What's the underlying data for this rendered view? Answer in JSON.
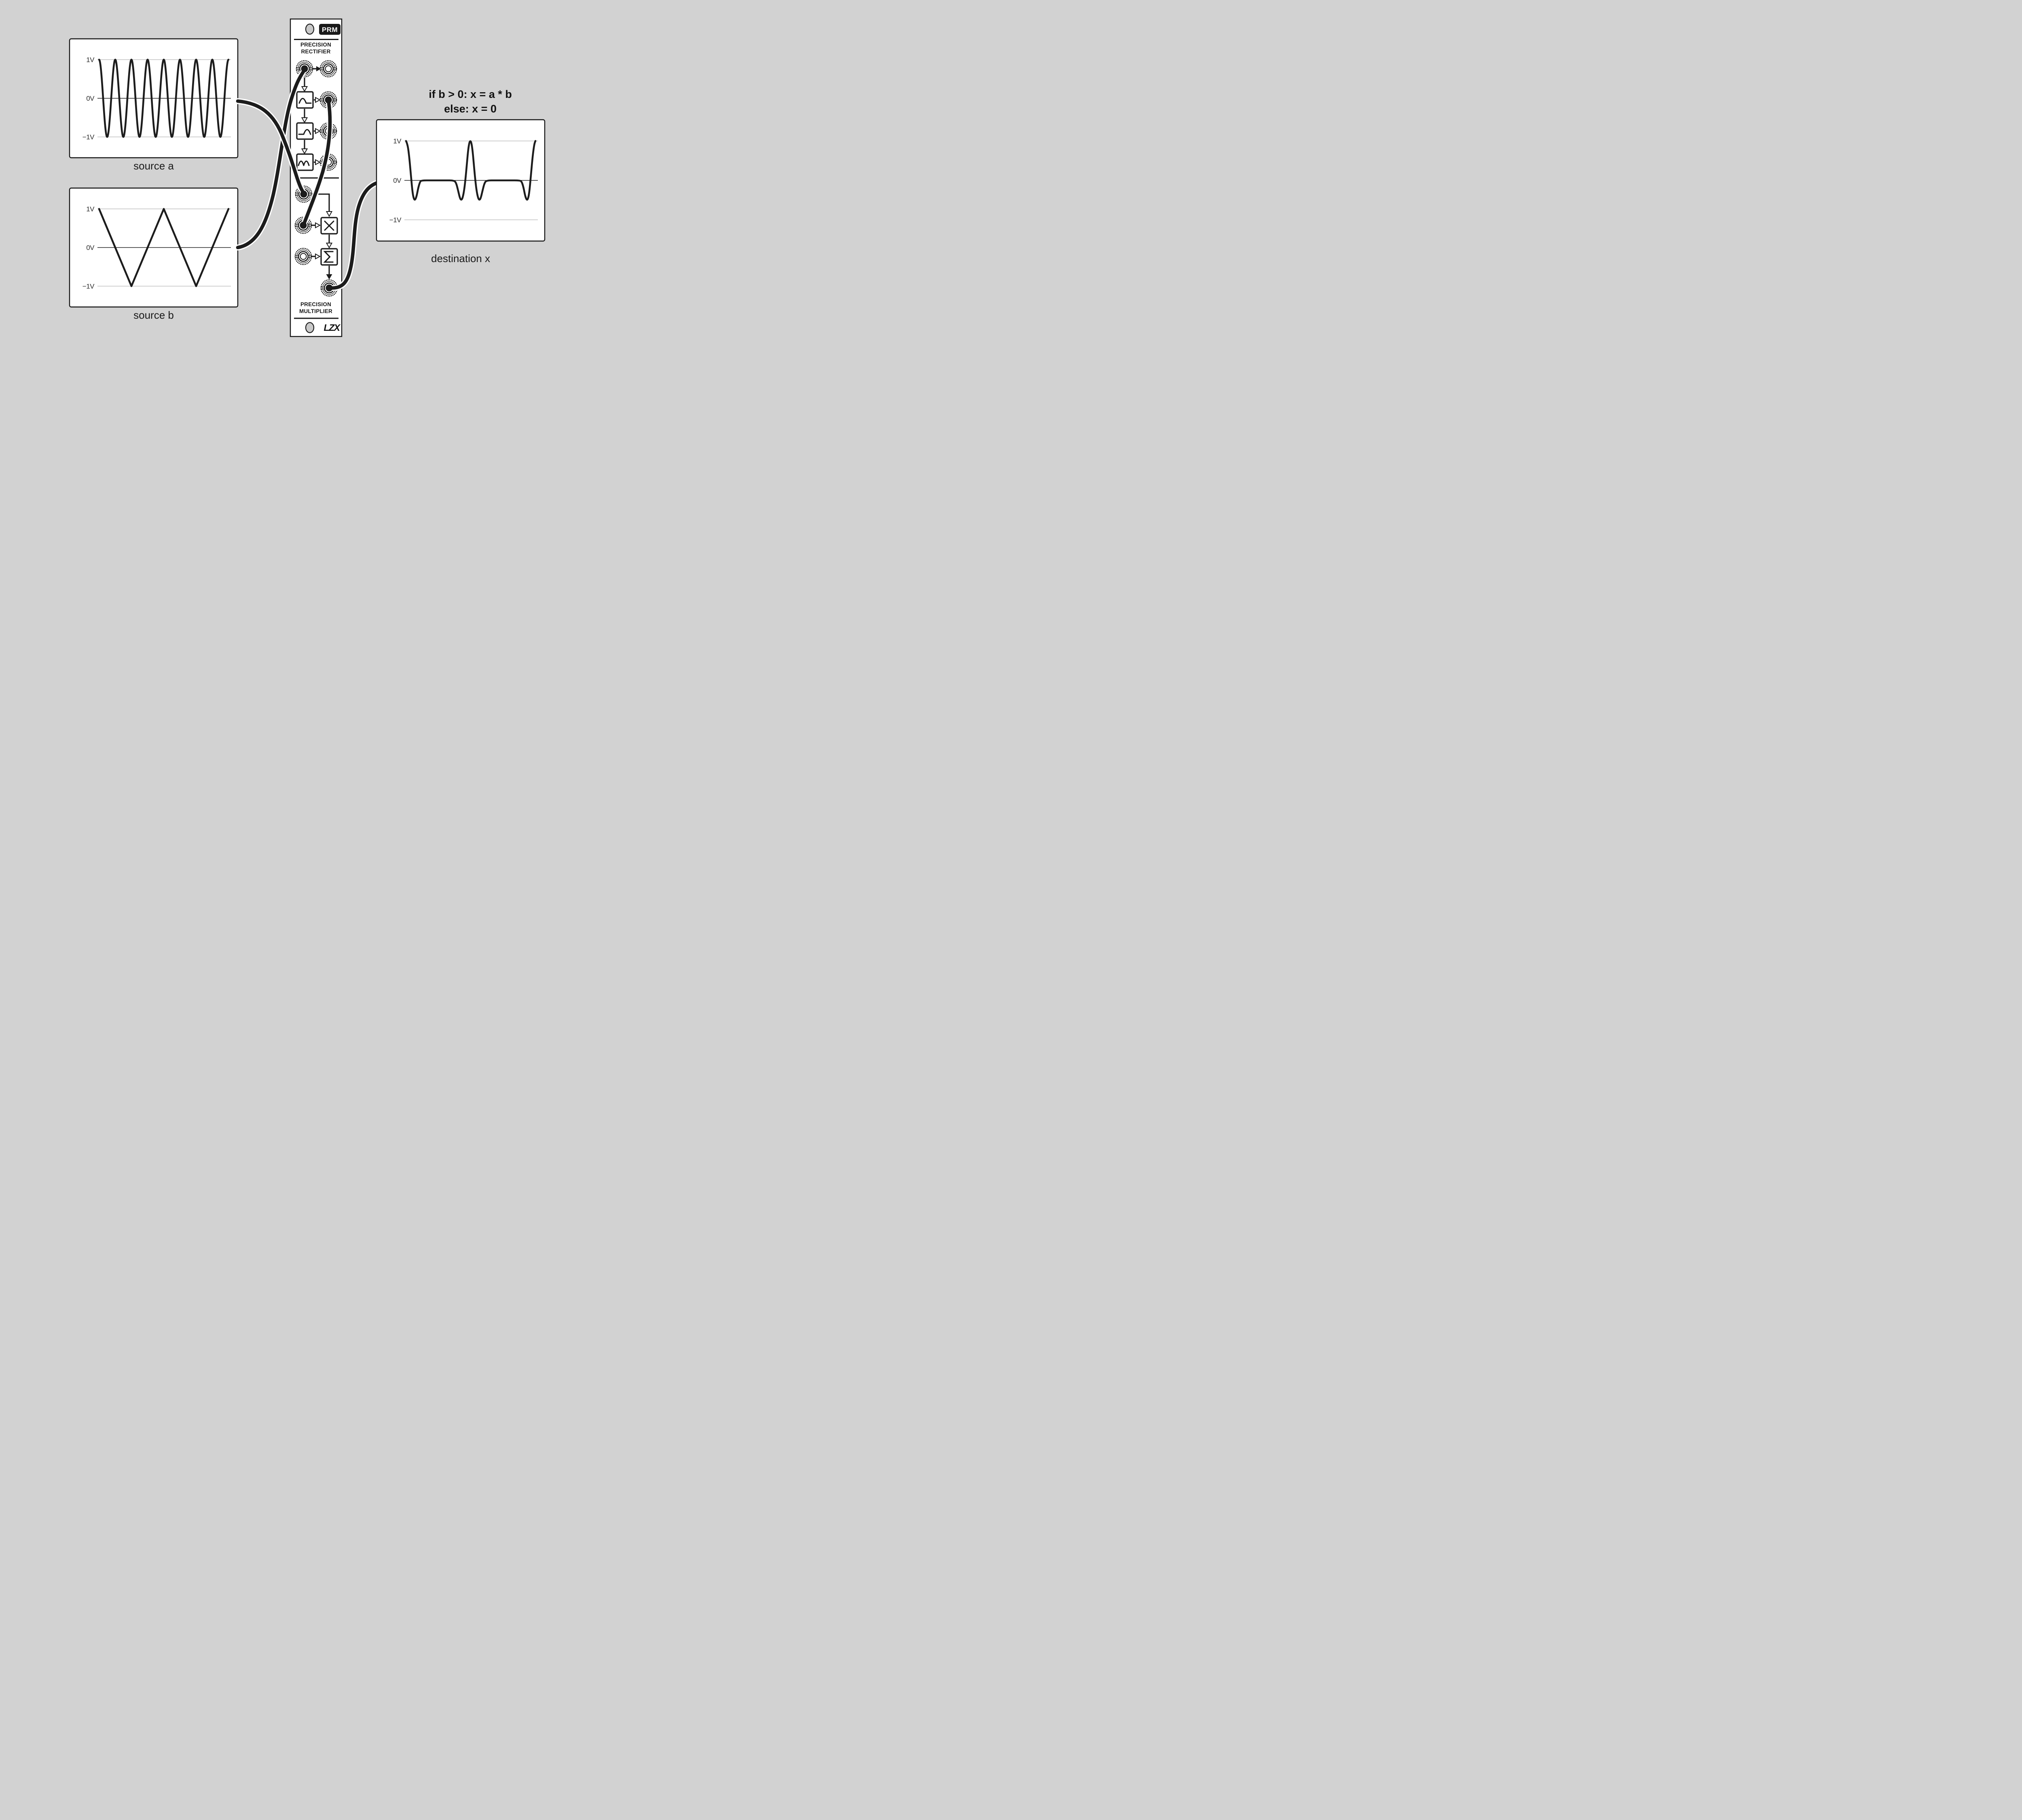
{
  "colors": {
    "background": "#d2d2d2",
    "panel": "#ffffff",
    "ink": "#1a1a1a",
    "cable": "#1c1c1c",
    "screw": "#c9c9c9"
  },
  "annotation": {
    "line1": "if b > 0: x = a * b",
    "line2": "else: x = 0"
  },
  "module": {
    "badge": "PRM",
    "brand": "LZX",
    "rectifier_title": {
      "line1": "PRECISION",
      "line2": "RECTIFIER"
    },
    "multiplier_title": {
      "line1": "PRECISION",
      "line2": "MULTIPLIER"
    },
    "blocks": [
      {
        "id": "halfwave_pos",
        "glyph": "positive-half-wave"
      },
      {
        "id": "halfwave_neg",
        "glyph": "negative-half-wave"
      },
      {
        "id": "fullwave",
        "glyph": "full-wave"
      },
      {
        "id": "multiply",
        "glyph": "multiply-x"
      },
      {
        "id": "sum",
        "glyph": "sigma"
      }
    ],
    "jacks": [
      {
        "id": "rect_input",
        "plugged": true
      },
      {
        "id": "rect_thru_out",
        "plugged": false
      },
      {
        "id": "rect_pos_out",
        "plugged": true
      },
      {
        "id": "rect_neg_out",
        "plugged": false
      },
      {
        "id": "rect_full_out",
        "plugged": false
      },
      {
        "id": "mult_in_a",
        "plugged": true
      },
      {
        "id": "mult_in_b",
        "plugged": true
      },
      {
        "id": "sum_in",
        "plugged": false
      },
      {
        "id": "output",
        "plugged": true
      }
    ],
    "cables": [
      {
        "id": "cable_a",
        "from": "source a",
        "to": "multiplier input (via elbow to X)"
      },
      {
        "id": "cable_b",
        "from": "source b",
        "to": "rectifier input"
      },
      {
        "id": "cable_c",
        "from": "rectifier positive out",
        "to": "multiplier input"
      },
      {
        "id": "cable_d",
        "from": "module output",
        "to": "destination x"
      }
    ]
  },
  "chart_data": [
    {
      "id": "source_a",
      "type": "line",
      "title": "source a",
      "waveform": "sine",
      "phase": "cosine",
      "cycles": 8,
      "amplitude": 1,
      "x_range": [
        0,
        1
      ],
      "ylim": [
        -1,
        1
      ],
      "grid": "horizontal",
      "y_ticks": [
        {
          "label": "1V",
          "value": 1
        },
        {
          "label": "0V",
          "value": 0
        },
        {
          "label": "−1V",
          "value": -1
        }
      ]
    },
    {
      "id": "source_b",
      "type": "line",
      "title": "source b",
      "waveform": "triangle",
      "cycles": 2,
      "amplitude": 1,
      "x_range": [
        0,
        1
      ],
      "ylim": [
        -1,
        1
      ],
      "grid": "horizontal",
      "y_ticks": [
        {
          "label": "1V",
          "value": 1
        },
        {
          "label": "0V",
          "value": 0
        },
        {
          "label": "−1V",
          "value": -1
        }
      ],
      "points": [
        [
          0,
          1
        ],
        [
          0.25,
          -1
        ],
        [
          0.5,
          1
        ],
        [
          0.75,
          -1
        ],
        [
          1,
          1
        ]
      ]
    },
    {
      "id": "destination_x",
      "type": "line",
      "title": "destination x",
      "waveform": "sampled",
      "x_range": [
        0,
        1
      ],
      "ylim": [
        -1,
        1
      ],
      "grid": "horizontal",
      "y_ticks": [
        {
          "label": "1V",
          "value": 1
        },
        {
          "label": "0V",
          "value": 0
        },
        {
          "label": "−1V",
          "value": -1
        }
      ],
      "points": [
        [
          0,
          1
        ],
        [
          0.012,
          0.92
        ],
        [
          0.025,
          0.6
        ],
        [
          0.038,
          0.12
        ],
        [
          0.05,
          -0.3
        ],
        [
          0.06,
          -0.47
        ],
        [
          0.07,
          -0.5
        ],
        [
          0.082,
          -0.4
        ],
        [
          0.095,
          -0.18
        ],
        [
          0.108,
          -0.04
        ],
        [
          0.118,
          0
        ],
        [
          0.2,
          0
        ],
        [
          0.3,
          0
        ],
        [
          0.372,
          0
        ],
        [
          0.388,
          -0.07
        ],
        [
          0.402,
          -0.25
        ],
        [
          0.417,
          -0.46
        ],
        [
          0.428,
          -0.5
        ],
        [
          0.438,
          -0.44
        ],
        [
          0.45,
          -0.24
        ],
        [
          0.461,
          0.08
        ],
        [
          0.471,
          0.45
        ],
        [
          0.481,
          0.8
        ],
        [
          0.49,
          0.97
        ],
        [
          0.497,
          1
        ],
        [
          0.504,
          0.97
        ],
        [
          0.513,
          0.8
        ],
        [
          0.523,
          0.45
        ],
        [
          0.533,
          0.08
        ],
        [
          0.544,
          -0.24
        ],
        [
          0.556,
          -0.44
        ],
        [
          0.566,
          -0.5
        ],
        [
          0.577,
          -0.46
        ],
        [
          0.592,
          -0.25
        ],
        [
          0.606,
          -0.07
        ],
        [
          0.622,
          0
        ],
        [
          0.7,
          0
        ],
        [
          0.8,
          0
        ],
        [
          0.882,
          0
        ],
        [
          0.895,
          -0.04
        ],
        [
          0.908,
          -0.18
        ],
        [
          0.921,
          -0.4
        ],
        [
          0.933,
          -0.5
        ],
        [
          0.943,
          -0.47
        ],
        [
          0.953,
          -0.3
        ],
        [
          0.965,
          0.12
        ],
        [
          0.978,
          0.6
        ],
        [
          0.991,
          0.92
        ],
        [
          1,
          1
        ]
      ]
    }
  ]
}
